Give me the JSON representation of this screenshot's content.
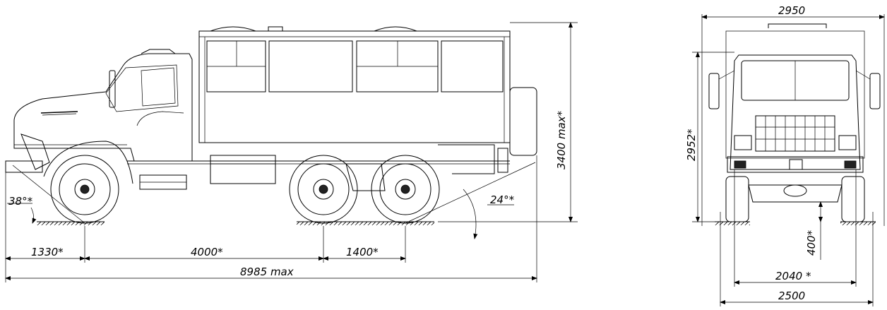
{
  "side_view": {
    "dims": {
      "front_overhang": "1330*",
      "wheelbase": "4000*",
      "bogie_spacing": "1400*",
      "overall_length": "8985 max",
      "overall_height": "3400 max*",
      "approach_angle": "38°*",
      "departure_angle": "24°*"
    }
  },
  "front_view": {
    "dims": {
      "overall_width": "2950",
      "height": "2952*",
      "ground_clearance": "400*",
      "track": "2040 *",
      "body_width": "2500"
    }
  }
}
